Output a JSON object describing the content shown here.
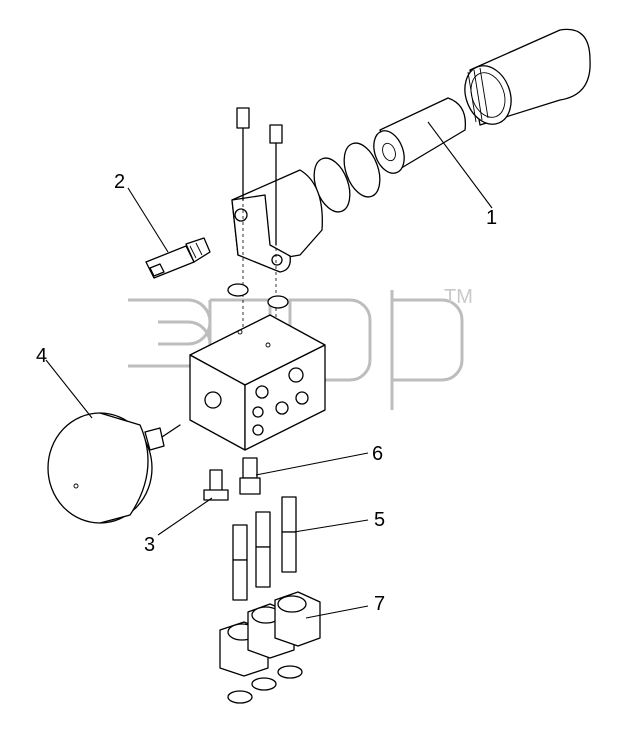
{
  "diagram": {
    "watermark": {
      "trademark": "TM"
    },
    "callouts": [
      {
        "id": "1",
        "label": "1"
      },
      {
        "id": "2",
        "label": "2"
      },
      {
        "id": "3",
        "label": "3"
      },
      {
        "id": "4",
        "label": "4"
      },
      {
        "id": "5",
        "label": "5"
      },
      {
        "id": "6",
        "label": "6"
      },
      {
        "id": "7",
        "label": "7"
      }
    ]
  }
}
